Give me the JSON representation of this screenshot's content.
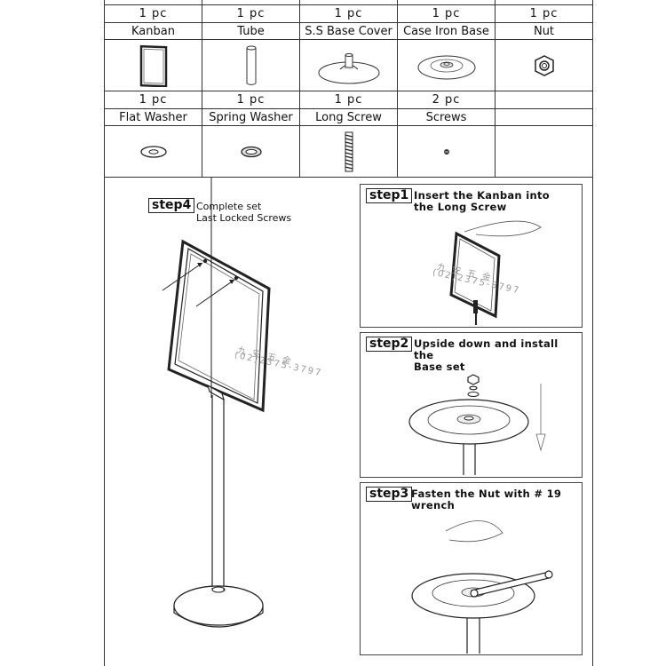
{
  "parts": [
    {
      "qty": "1  pc",
      "name": "Kanban",
      "icon": "kanban-icon"
    },
    {
      "qty": "1  pc",
      "name": "Tube",
      "icon": "tube-icon"
    },
    {
      "qty": "1  pc",
      "name": "S.S  Base Cover",
      "icon": "base-cover-icon"
    },
    {
      "qty": "1  pc",
      "name": "Case Iron Base",
      "icon": "iron-base-icon"
    },
    {
      "qty": "1  pc",
      "name": "Nut",
      "icon": "nut-icon"
    },
    {
      "qty": "1  pc",
      "name": "Flat  Washer",
      "icon": "flat-washer-icon"
    },
    {
      "qty": "1  pc",
      "name": "Spring  Washer",
      "icon": "spring-washer-icon"
    },
    {
      "qty": "1  pc",
      "name": "Long Screw",
      "icon": "long-screw-icon"
    },
    {
      "qty": "2  pc",
      "name": "Screws",
      "icon": "screws-icon"
    }
  ],
  "step4": {
    "tag": "step4",
    "line1": "Complete set",
    "line2": "Last Locked Screws"
  },
  "step1": {
    "tag": "step1",
    "line1": "Insert  the  Kanban  into",
    "line2": "the  Long Screw"
  },
  "step2": {
    "tag": "step2",
    "line1": "Upside  down  and  install  the",
    "line2": "Base set"
  },
  "step3": {
    "tag": "step3",
    "line1": "Fasten  the  Nut  with  # 19  wrench"
  },
  "watermark": {
    "line1": "九 安 五 金",
    "line2": "(02)2375-3797"
  },
  "colors": {
    "line": "#222222",
    "frame": "#444444"
  }
}
